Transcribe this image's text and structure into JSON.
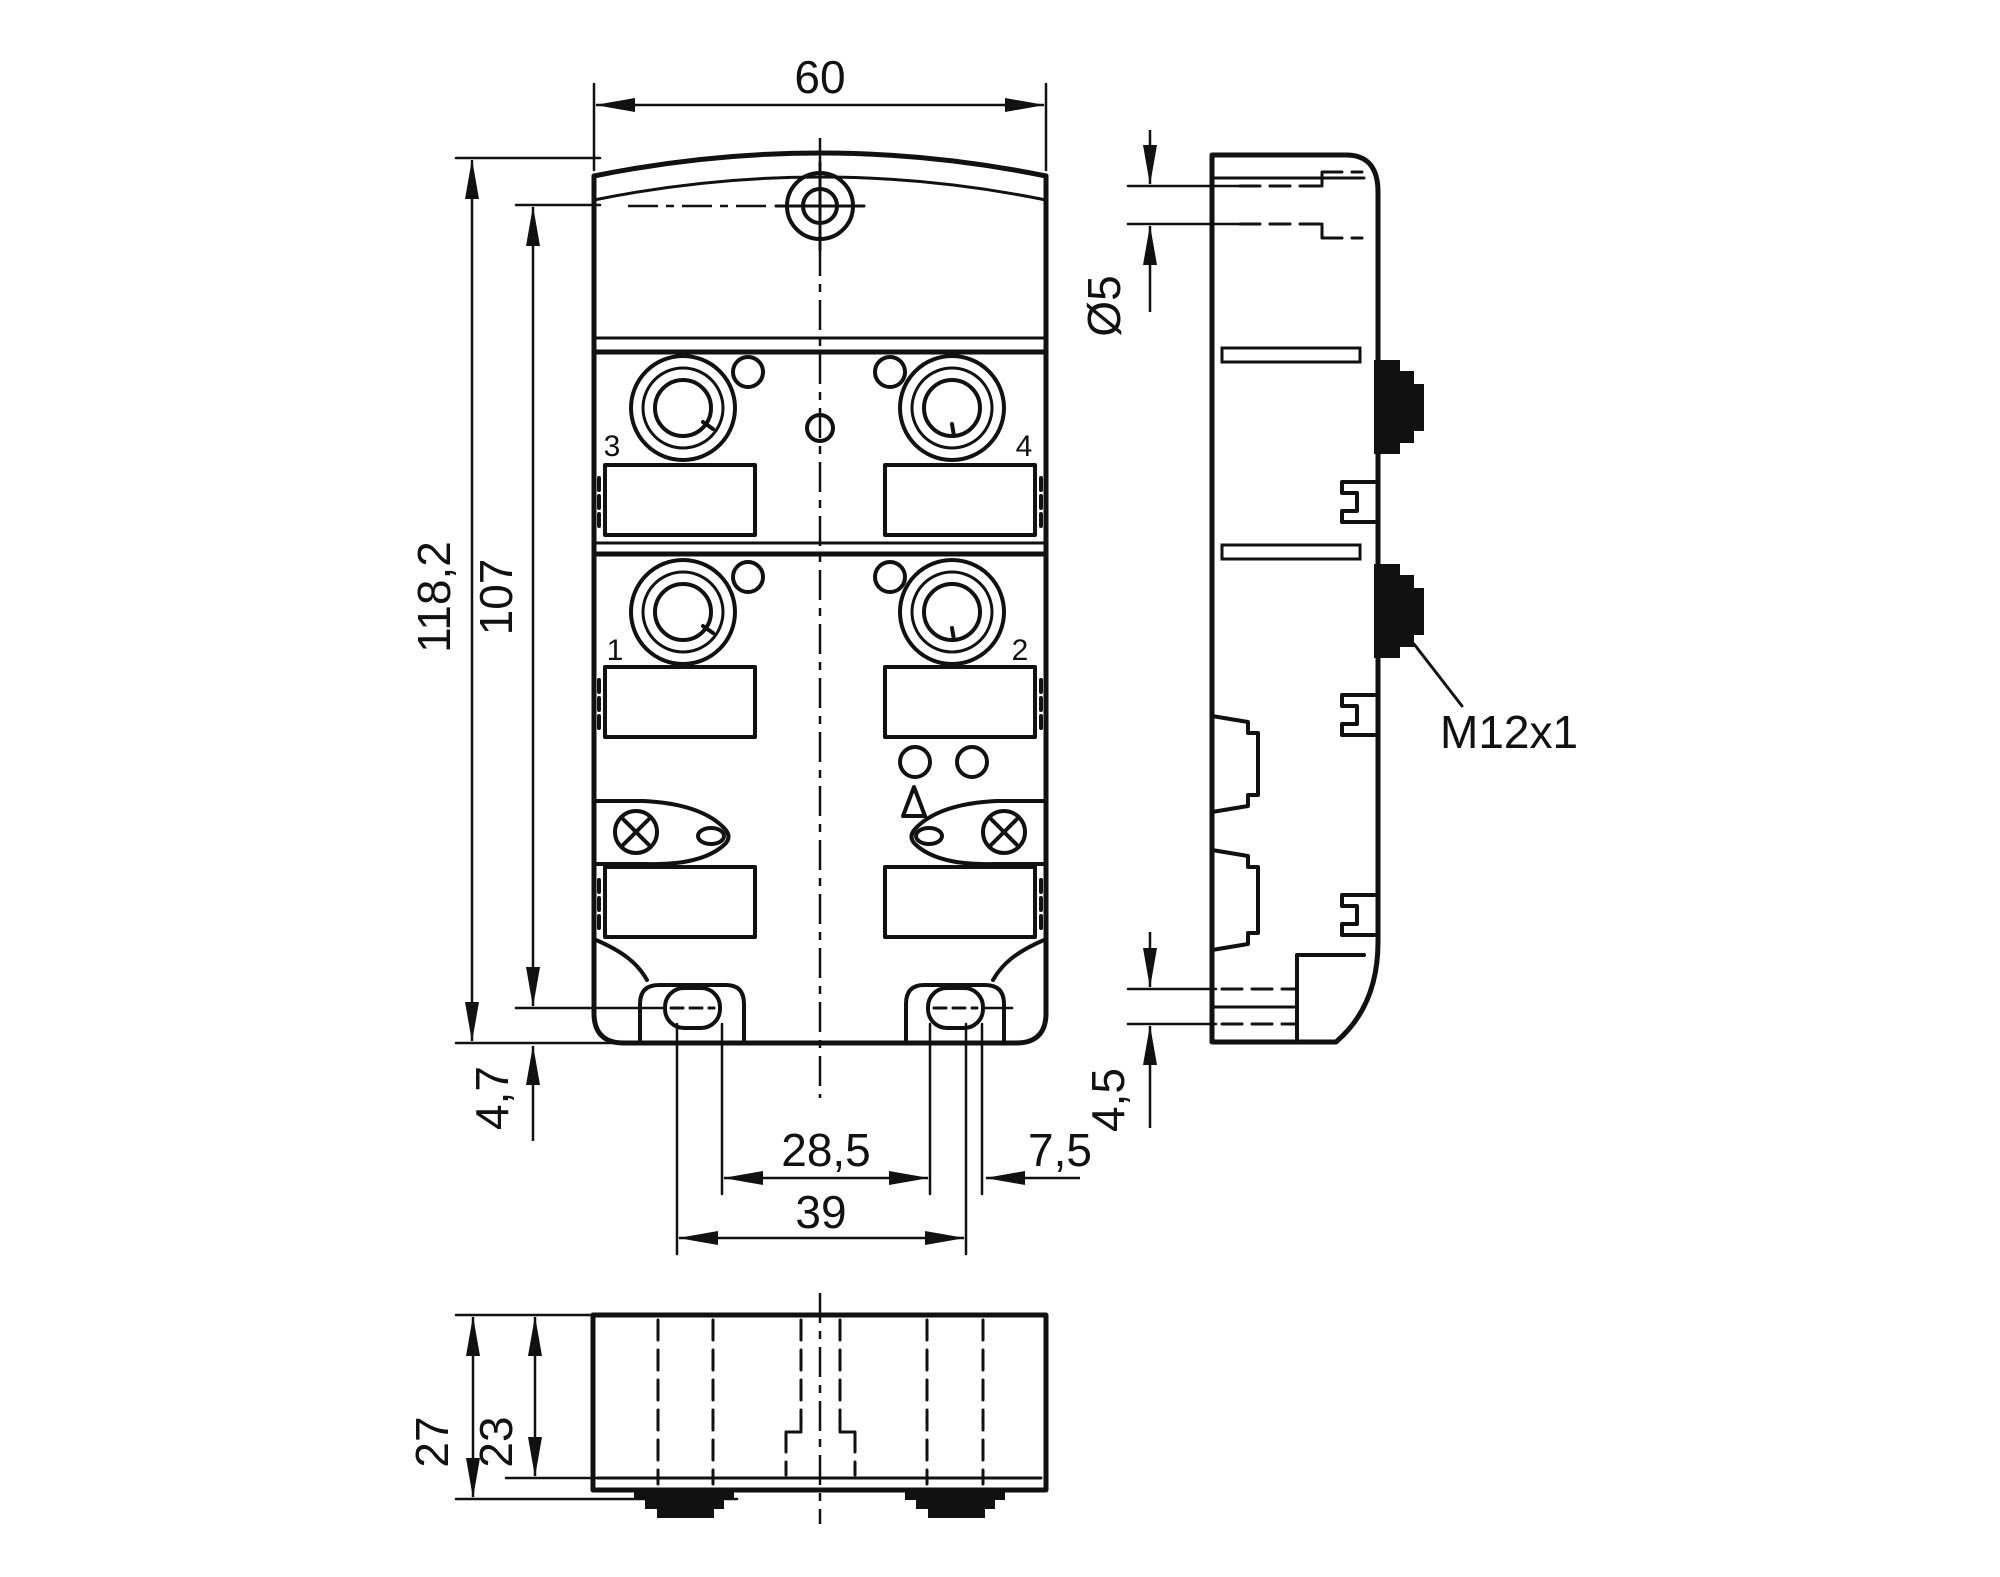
{
  "dimensions": {
    "top_width": "60",
    "overall_height": "118,2",
    "inner_height": "107",
    "bottom_offset": "4,7",
    "slot_spacing_inner": "28,5",
    "slot_spacing_outer": "39",
    "slot_offset": "7,5",
    "hole_diameter": "Ø5",
    "side_bottom_offset": "4,5",
    "depth_overall": "27",
    "depth_body": "23"
  },
  "labels": {
    "thread": "M12x1",
    "port1": "1",
    "port2": "2",
    "port3": "3",
    "port4": "4"
  },
  "colors": {
    "ink": "#111111",
    "paper": "#ffffff"
  }
}
